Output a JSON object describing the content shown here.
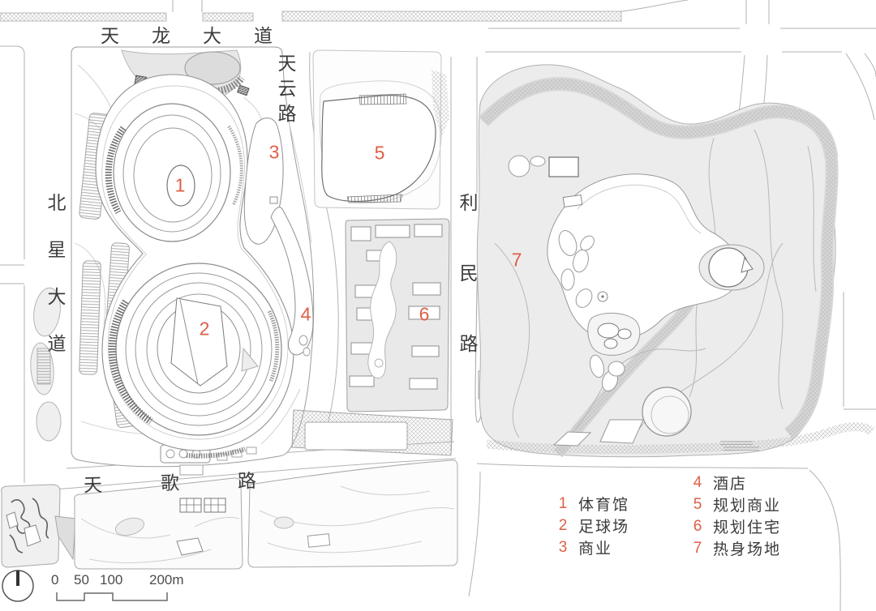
{
  "map": {
    "road_labels": {
      "tianlong": "天龙大道",
      "tianyun": "天云路",
      "beixing": "北星大道",
      "limin": "利民路",
      "tiange": "天歌路"
    },
    "markers": [
      {
        "num": "1"
      },
      {
        "num": "2"
      },
      {
        "num": "3"
      },
      {
        "num": "4"
      },
      {
        "num": "5"
      },
      {
        "num": "6"
      },
      {
        "num": "7"
      }
    ]
  },
  "legend": {
    "items": [
      {
        "num": "1",
        "label": "体育馆"
      },
      {
        "num": "2",
        "label": "足球场"
      },
      {
        "num": "3",
        "label": "商业"
      },
      {
        "num": "4",
        "label": "酒店"
      },
      {
        "num": "5",
        "label": "规划商业"
      },
      {
        "num": "6",
        "label": "规划住宅"
      },
      {
        "num": "7",
        "label": "热身场地"
      }
    ]
  },
  "scale": {
    "ticks": [
      "0",
      "50",
      "100",
      "200m"
    ]
  },
  "colors": {
    "marker_orange": "#de5f45",
    "label_dark": "#3c3c3c",
    "line_gray": "#a8a8a8"
  }
}
